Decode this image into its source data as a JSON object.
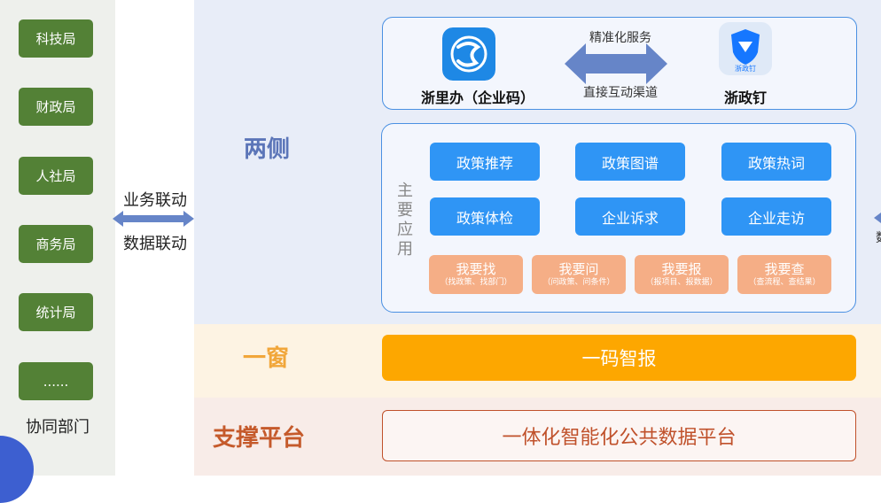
{
  "left": {
    "departments": [
      "科技局",
      "财政局",
      "人社局",
      "商务局",
      "统计局",
      "......"
    ],
    "caption": "协同部门"
  },
  "links": {
    "business": "业务联动",
    "data": "数据联动"
  },
  "layers": {
    "top": "两侧",
    "middle": "一窗",
    "bottom": "支撑平台"
  },
  "apps": {
    "left_name": "浙里办（企业码）",
    "right_name": "浙政钉",
    "right_icon_text": "浙政钉",
    "arrow_top": "精准化服务",
    "arrow_bottom": "直接互动渠道"
  },
  "main_apps": {
    "label": "主要应用",
    "row1": [
      "政策推荐",
      "政策图谱",
      "政策热词"
    ],
    "row2": [
      "政策体检",
      "企业诉求",
      "企业走访"
    ],
    "row3": [
      {
        "title": "我要找",
        "sub": "（找政策、找部门）"
      },
      {
        "title": "我要问",
        "sub": "（问政策、问条件）"
      },
      {
        "title": "我要报",
        "sub": "（报项目、报数据）"
      },
      {
        "title": "我要查",
        "sub": "（查流程、查结果）"
      }
    ]
  },
  "window_bar": "一码智报",
  "platform_bar": "一体化智能化公共数据平台",
  "edge_char": "数",
  "colors": {
    "dept_green": "#538136",
    "blue_button": "#2f95f5",
    "orange_button": "#f5ae86",
    "window_orange": "#fda700",
    "platform_red": "#c0512b"
  }
}
